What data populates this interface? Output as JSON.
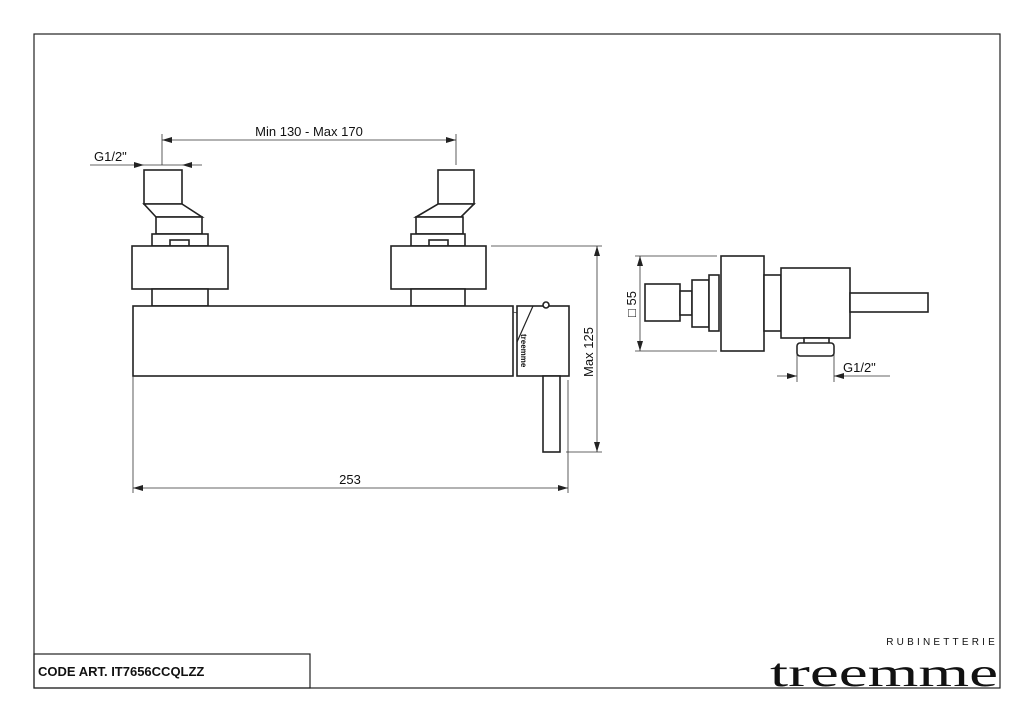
{
  "title_block": {
    "code_label": "CODE ART.  IT7656CCQLZZ",
    "brand": "treemme",
    "brand_sub": "RUBINETTERIE"
  },
  "front_view": {
    "dim_centers": "Min 130 - Max 170",
    "dim_inlet_thread": "G1/2\"",
    "dim_height": "Max 125",
    "dim_width": "253",
    "lever_mark": "treemme"
  },
  "side_view": {
    "dim_square": "□ 55",
    "dim_outlet_thread": "G1/2\""
  }
}
